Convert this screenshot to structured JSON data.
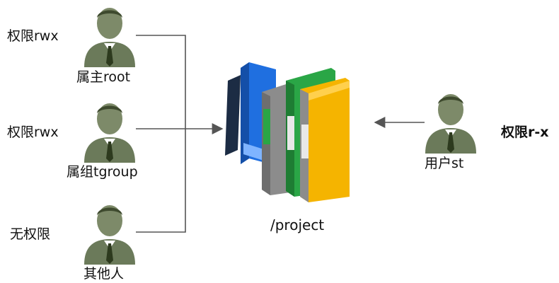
{
  "permissions": {
    "owner": "权限rwx",
    "group": "权限rwx",
    "others": "无权限",
    "user": "权限r-x"
  },
  "roles": {
    "owner": "属主root",
    "group": "属组tgroup",
    "others": "其他人",
    "user": "用户st"
  },
  "resource": {
    "label": "/project"
  },
  "icons": {
    "person": "user-icon",
    "folder": "folder-stack-icon"
  },
  "colors": {
    "person_body": "#6b7a5a",
    "person_head": "#7d8a69",
    "tie": "#2d3a1e",
    "line": "#555555",
    "book_blue": "#1f6fe0",
    "book_green": "#2aa646",
    "book_yellow": "#f5b400",
    "book_grey": "#8c8c8c"
  }
}
